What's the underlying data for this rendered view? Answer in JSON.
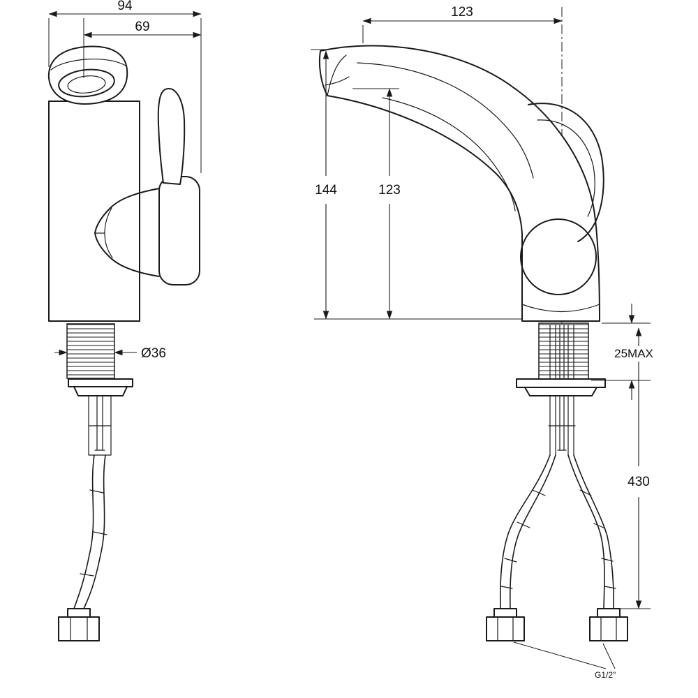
{
  "drawing": {
    "colors": {
      "line": "#1a1a1a",
      "background": "#ffffff"
    },
    "front_view": {
      "dims": {
        "overall_width": "94",
        "handle_offset": "69",
        "shank_diameter": "Ø36"
      }
    },
    "side_view": {
      "dims": {
        "spout_reach": "123",
        "overall_height": "144",
        "outlet_height": "123",
        "deck_thickness": "25MAX",
        "hose_length": "430",
        "connection_thread": "G1/2\""
      }
    }
  }
}
